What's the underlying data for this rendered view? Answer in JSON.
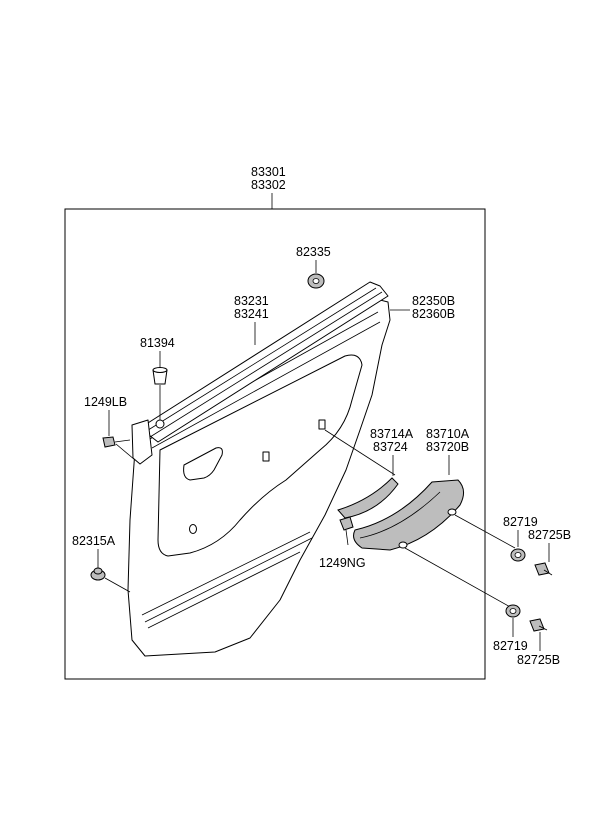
{
  "assembly_label": [
    "83301",
    "83302"
  ],
  "labels": {
    "clip_82335": "82335",
    "weatherstrip": [
      "83231",
      "83241"
    ],
    "trim_panel": [
      "82350B",
      "82360B"
    ],
    "fastener_81394": "81394",
    "screw_1249LB": "1249LB",
    "bracket": [
      "83714A",
      "83724"
    ],
    "handle": [
      "83710A",
      "83720B"
    ],
    "screw_1249NG": "1249NG",
    "clip_82315A": "82315A",
    "cap_upper": "82719",
    "screw_upper": "82725B",
    "cap_lower": "82719",
    "screw_lower": "82725B"
  }
}
